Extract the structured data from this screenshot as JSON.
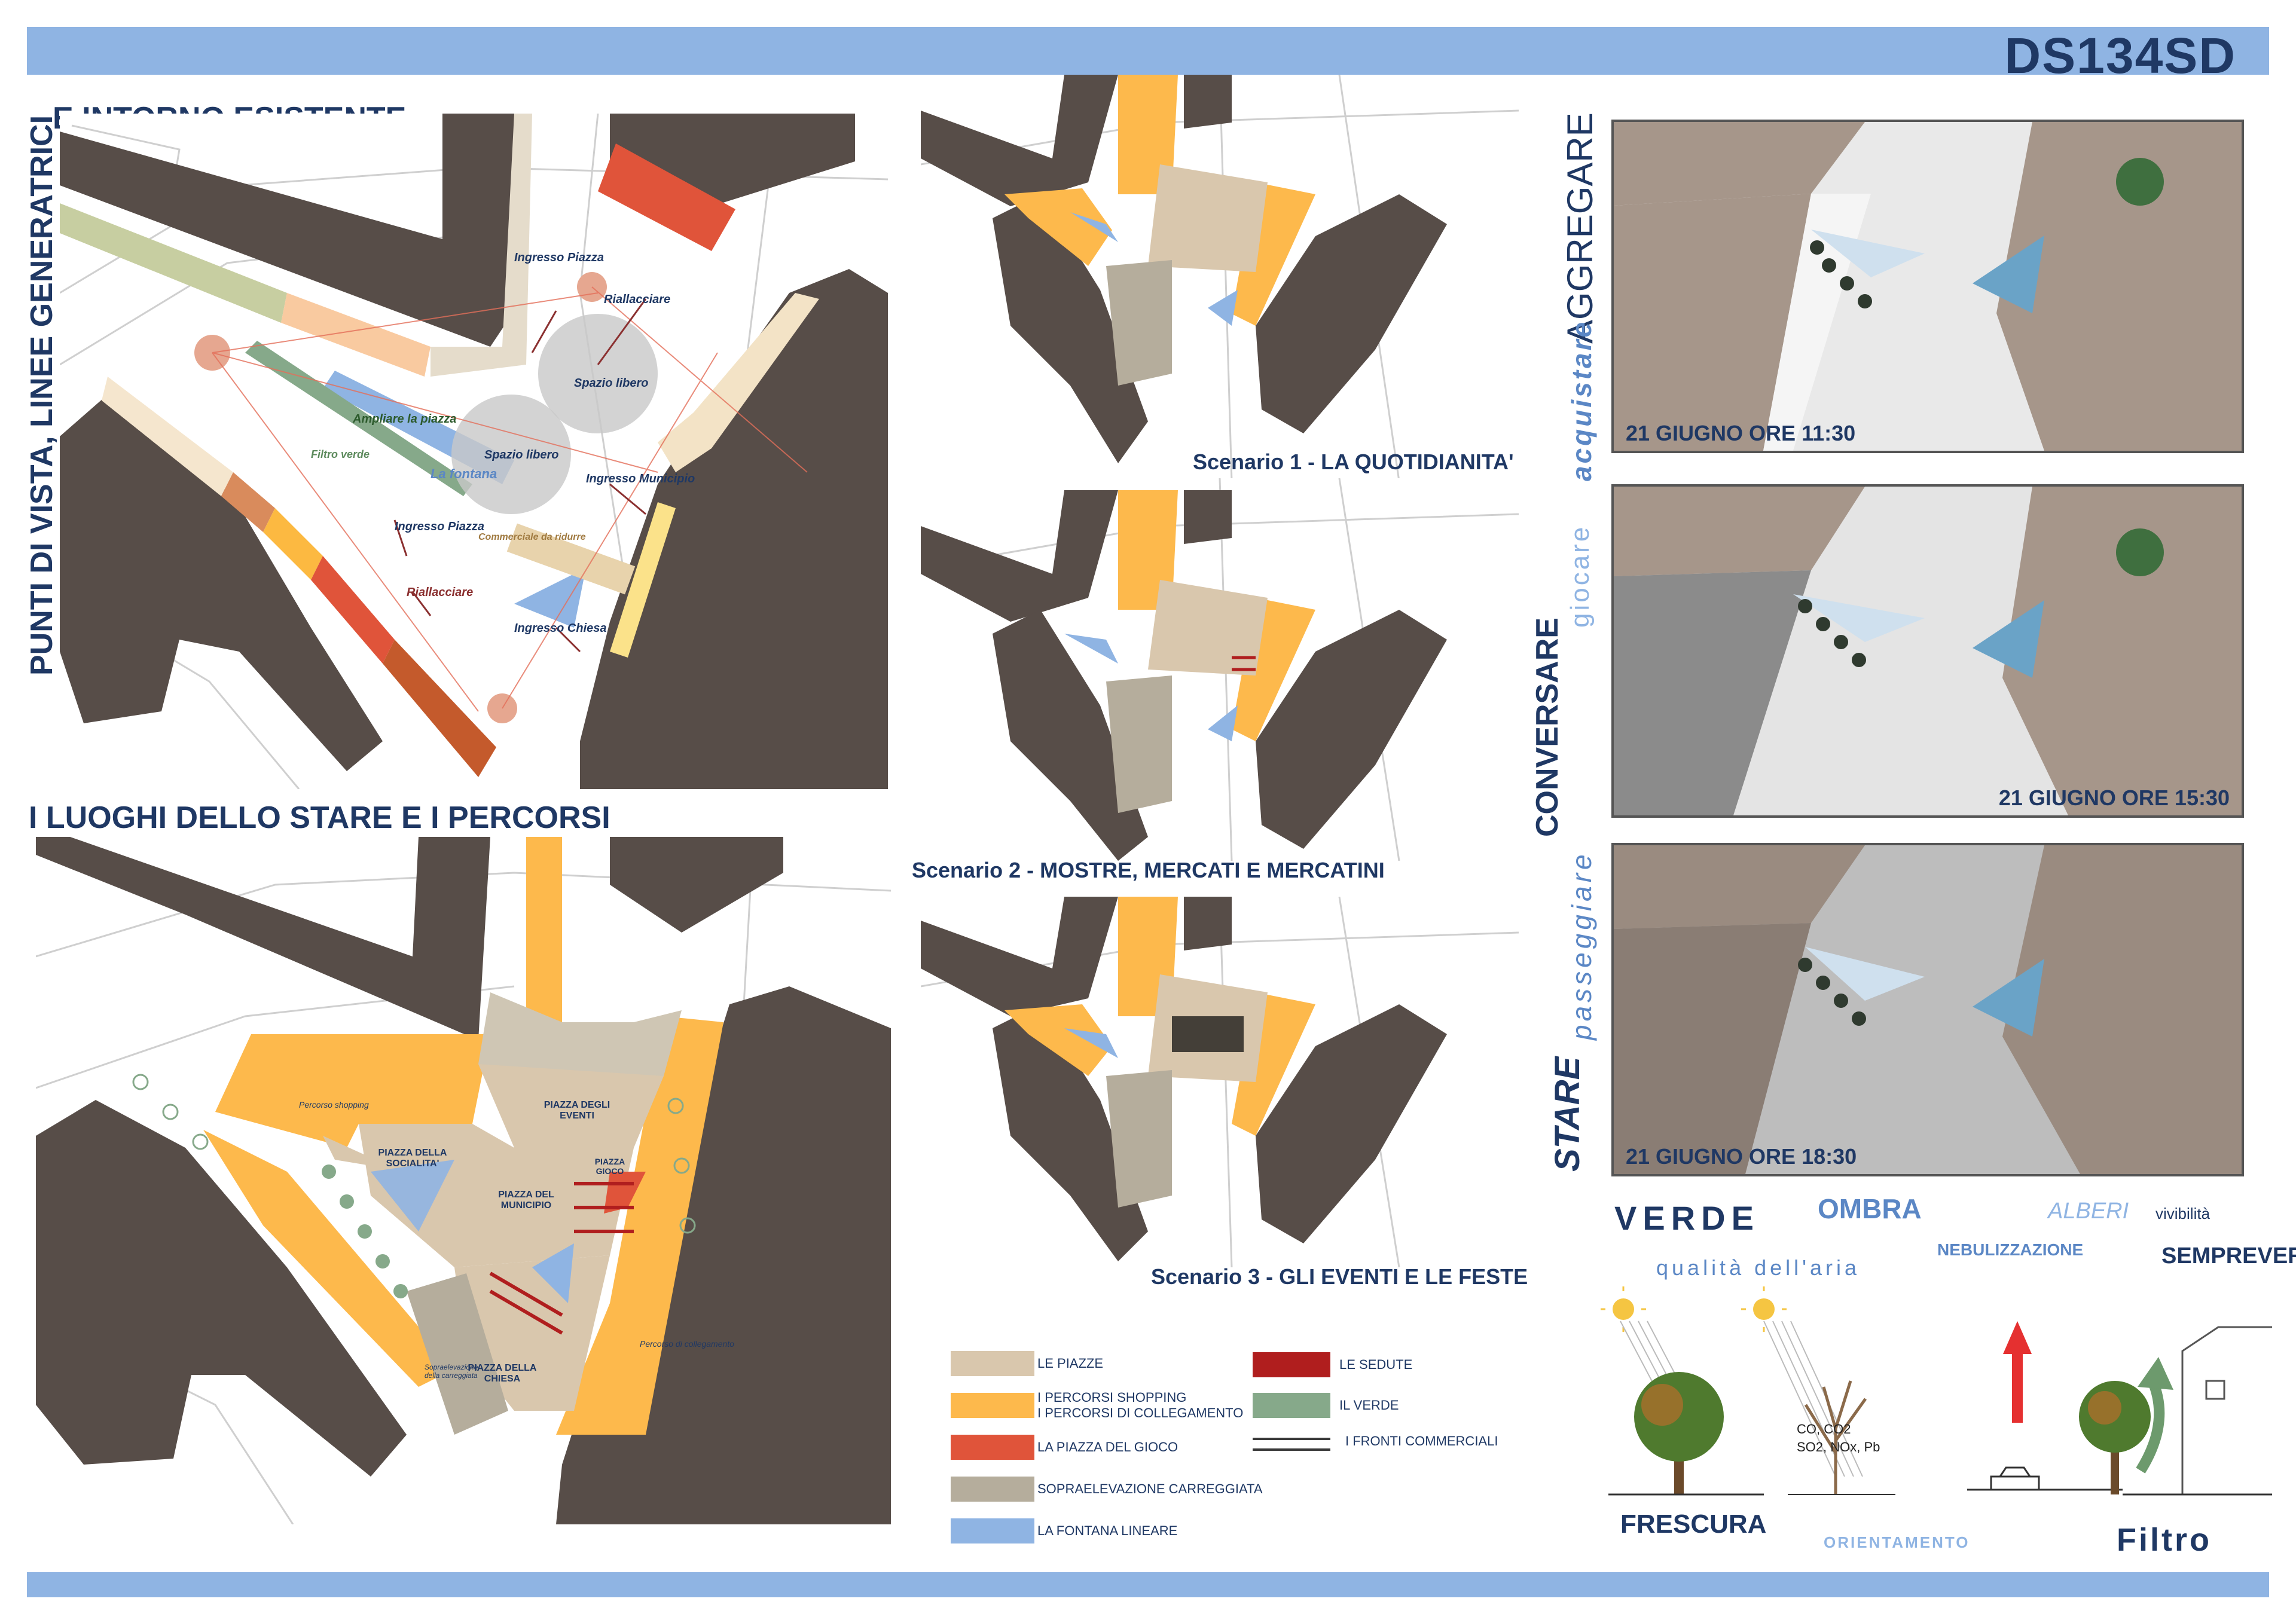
{
  "header": {
    "code": "DS134SD"
  },
  "section1": {
    "title_line1": "E INTORNO ESISTENTE",
    "title_vertical": "PUNTI DI VISTA, LINEE GENERATRICI",
    "labels": {
      "ingresso_piazza_top": "Ingresso Piazza",
      "riallacciare_top": "Riallacciare",
      "spazio_libero_1": "Spazio libero",
      "spazio_libero_2": "Spazio libero",
      "ampliare": "Ampliare la piazza",
      "filtro_verde": "Filtro verde",
      "la_fontana": "La fontana",
      "ingresso_municipio": "Ingresso Municipio",
      "ingresso_piazza_bottom": "Ingresso Piazza",
      "riallacciare_bottom": "Riallacciare",
      "commerciale": "Commerciale da ridurre",
      "ingresso_chiesa": "Ingresso Chiesa"
    }
  },
  "section2": {
    "title": "I LUOGHI DELLO STARE E I PERCORSI",
    "labels": {
      "piazza_eventi": "PIAZZA DEGLI EVENTI",
      "piazza_socialita": "PIAZZA DELLA SOCIALITA'",
      "piazza_municipio": "PIAZZA DEL MUNICIPIO",
      "piazza_gioco": "PIAZZA GIOCO",
      "piazza_chiesa": "PIAZZA DELLA CHIESA",
      "percorso_shopping": "Percorso shopping",
      "percorso_collegamento": "Percorso di collegamento",
      "sopraelevazione": "Sopraelevazione della carreggiata"
    }
  },
  "scenarios": [
    {
      "label": "Scenario 1 - LA QUOTIDIANITA'"
    },
    {
      "label": "Scenario 2 - MOSTRE, MERCATI E MERCATINI"
    },
    {
      "label": "Scenario 3 - GLI EVENTI E LE FESTE"
    }
  ],
  "legend": {
    "items": [
      {
        "label": "LE PIAZZE",
        "color": "#d9c7ad"
      },
      {
        "label": "I PERCORSI SHOPPING\nI PERCORSI DI COLLEGAMENTO",
        "color": "#fdb94c"
      },
      {
        "label": "LA PIAZZA DEL GIOCO",
        "color": "#e0543a"
      },
      {
        "label": "SOPRAELEVAZIONE CARREGGIATA",
        "color": "#b5ad9c"
      },
      {
        "label": "LA FONTANA LINEARE",
        "color": "#8fb4e3"
      },
      {
        "label": "LE SEDUTE",
        "color": "#b01e1e"
      },
      {
        "label": "IL VERDE",
        "color": "#86a98a"
      },
      {
        "label": "I FRONTI COMMERCIALI",
        "color": "#3a3a3a"
      }
    ]
  },
  "renders": [
    {
      "time": "21 GIUGNO ORE 11:30"
    },
    {
      "time": "21 GIUGNO ORE 15:30"
    },
    {
      "time": "21 GIUGNO ORE 18:30"
    }
  ],
  "verticals": {
    "aggregare": "AGGREGARE",
    "acquistare": "acquistare",
    "conversare": "CONVERSARE",
    "giocare": "giocare",
    "stare": "STARE",
    "passeggiare": "passeggiare"
  },
  "keywords": {
    "verde": "VERDE",
    "ombra": "OMBRA",
    "alberi": "ALBERI",
    "vivibilita": "vivibilità",
    "nebulizzazione": "NEBULIZZAZIONE",
    "sempreverdi": "SEMPREVERDI",
    "qualita": "qualità dell'aria",
    "frescura": "FRESCURA",
    "orientamento": "ORIENTAMENTO",
    "filtro": "Filtro",
    "inquinanti_1": "CO, CO2",
    "inquinanti_2": "SO2, NOx, Pb"
  },
  "colors": {
    "bar": "#8fb4e3",
    "building": "#574d48",
    "title_blue": "#1f3864",
    "piazza": "#d9c7ad",
    "percorso": "#fdb94c",
    "fontana": "#8fb4e3"
  }
}
